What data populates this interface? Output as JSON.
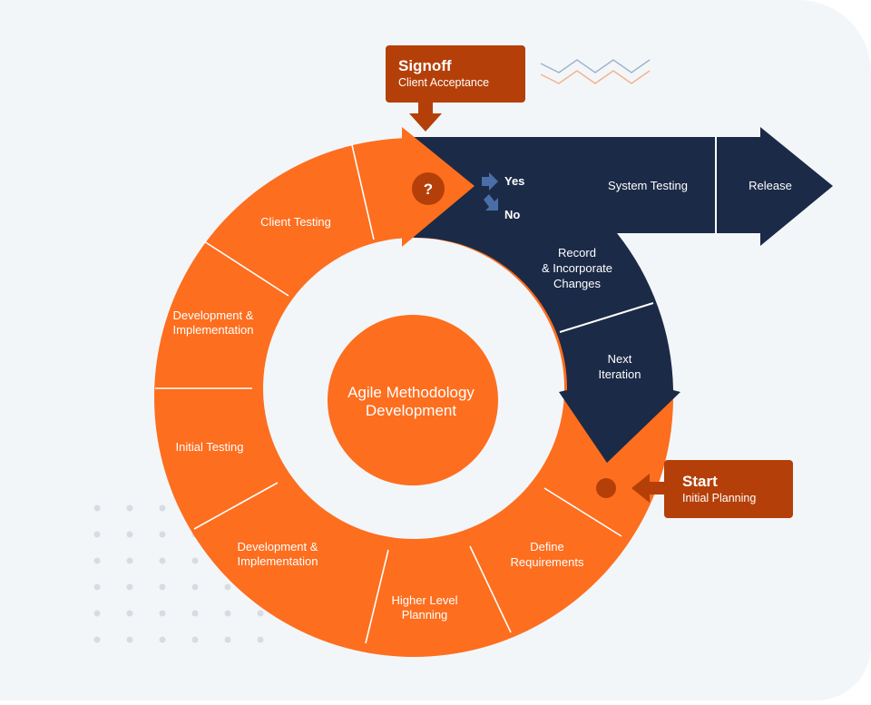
{
  "colors": {
    "background": "#f3f6f9",
    "orange": "#fd6e1f",
    "navy": "#1b2a47",
    "dark_orange": "#b53f09",
    "accent_blue": "#4a6fa8",
    "dots": "#d7dce3"
  },
  "center": {
    "line1": "Agile Methodology",
    "line2": "Development"
  },
  "signoff": {
    "title": "Signoff",
    "subtitle": "Client Acceptance"
  },
  "start": {
    "title": "Start",
    "subtitle": "Initial Planning"
  },
  "segments": {
    "client_testing": "Client Testing",
    "dev_impl_top": {
      "line1": "Development &",
      "line2": "Implementation"
    },
    "initial_testing": "Initial Testing",
    "dev_impl_bottom": {
      "line1": "Development &",
      "line2": "Implementation"
    },
    "higher_level_planning": {
      "line1": "Higher Level",
      "line2": "Planning"
    },
    "define_requirements": {
      "line1": "Define",
      "line2": "Requirements"
    }
  },
  "decision": {
    "symbol": "?",
    "yes": "Yes",
    "no": "No"
  },
  "flow": {
    "system_testing": "System Testing",
    "release": "Release",
    "record_changes": {
      "line1": "Record",
      "line2": "& Incorporate",
      "line3": "Changes"
    },
    "next_iteration": {
      "line1": "Next",
      "line2": "Iteration"
    }
  }
}
